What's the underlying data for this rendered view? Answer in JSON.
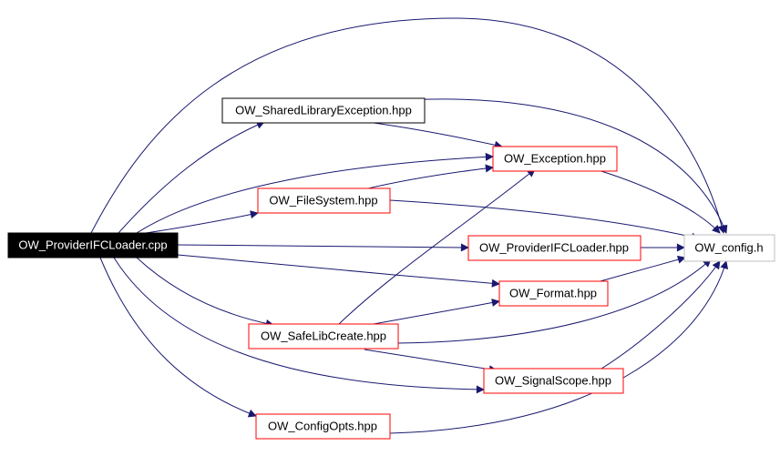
{
  "colors": {
    "edge": "#191970",
    "node_border_linked": "#ff0000",
    "node_border_plain": "#000000",
    "node_border_external": "#bfbfbf",
    "root_fill": "#000000",
    "root_text": "#ffffff"
  },
  "nodes": {
    "root": {
      "label": "OW_ProviderIFCLoader.cpp"
    },
    "shared_lib_exception": {
      "label": "OW_SharedLibraryException.hpp"
    },
    "exception": {
      "label": "OW_Exception.hpp"
    },
    "filesystem": {
      "label": "OW_FileSystem.hpp"
    },
    "provider_ifc_loader_hpp": {
      "label": "OW_ProviderIFCLoader.hpp"
    },
    "config_h": {
      "label": "OW_config.h"
    },
    "format": {
      "label": "OW_Format.hpp"
    },
    "safelibcreate": {
      "label": "OW_SafeLibCreate.hpp"
    },
    "signalscope": {
      "label": "OW_SignalScope.hpp"
    },
    "configopts": {
      "label": "OW_ConfigOpts.hpp"
    }
  }
}
